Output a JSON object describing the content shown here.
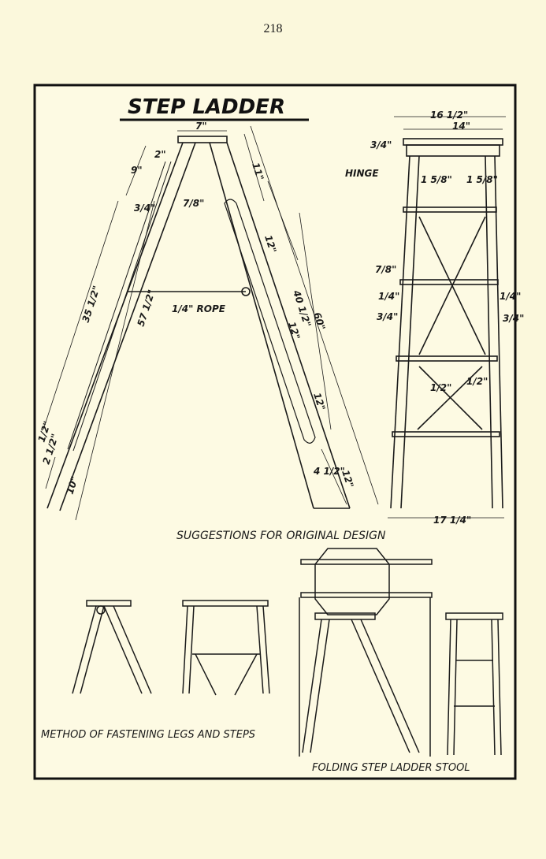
{
  "page": {
    "number": "218"
  },
  "plate": {
    "title": "STEP LADDER",
    "caption_main": "SUGGESTIONS FOR ORIGINAL DESIGN",
    "caption_method": "METHOD OF FASTENING LEGS AND STEPS",
    "caption_stool": "FOLDING STEP LADDER STOOL",
    "labels": {
      "hinge": "HINGE",
      "rope": "1/4\" ROPE"
    },
    "side_view_dims": {
      "top_width": "7\"",
      "top_drop": "2\"",
      "top_gap": "7/8\"",
      "upper_leg": "9\"",
      "spacer": "3/4\"",
      "rear_leg": "35 1/2\"",
      "rear_overall": "57 1/2\"",
      "front_top": "11\"",
      "step_space_1": "12\"",
      "step_space_2": "12\"",
      "step_space_3": "12\"",
      "front_inner": "40 1/2\"",
      "front_overall": "60\"",
      "front_low": "4 1/2\"",
      "front_bottom": "12\"",
      "rear_low_1": "1/2\"",
      "rear_low_2": "2 1/2\"",
      "rear_bottom": "10\""
    },
    "front_view_dims": {
      "top_overall": "16 1/2\"",
      "top_inner": "14\"",
      "top_thick": "3/4\"",
      "stile_1": "1 5/8\"",
      "stile_2": "1 5/8\"",
      "step_thick": "7/8\"",
      "left_a": "1/4\"",
      "left_b": "3/4\"",
      "right_a": "1/4\"",
      "right_b": "3/4\"",
      "brace_a": "1/2\"",
      "brace_b": "1/2\"",
      "base_width": "17 1/4\""
    }
  }
}
